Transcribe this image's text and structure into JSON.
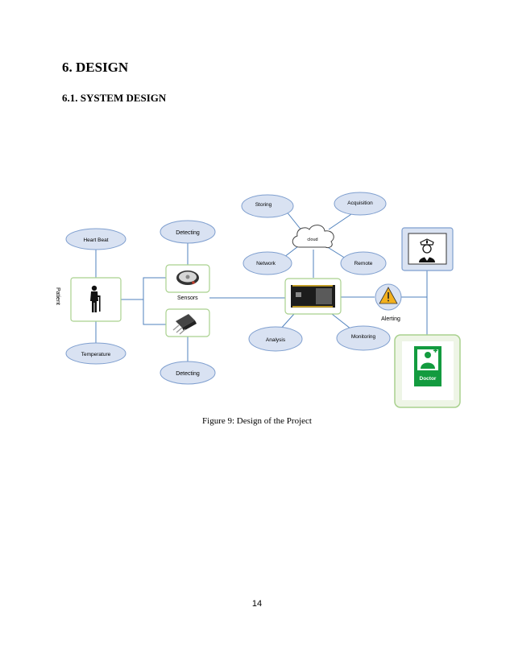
{
  "heading": "6. DESIGN",
  "subheading": "6.1. SYSTEM  DESIGN",
  "diagram": {
    "nodes": {
      "heart_beat": "Heart Beat",
      "temperature": "Temperature",
      "patient": "Patient",
      "detecting_top": "Detecting",
      "detecting_bottom": "Detecting",
      "sensors": "Sensors",
      "storing": "Storing",
      "acquisition": "Acquisition",
      "cloud": "cloud",
      "network": "Network",
      "remote": "Remote",
      "analysis": "Analysis",
      "monitoring": "Monitoring",
      "alerting": "Alerting",
      "doctor": "Doctor"
    },
    "colors": {
      "ellipse_fill": "#d9e2f2",
      "ellipse_stroke": "#7f9fcf",
      "box_stroke": "#a9d18e",
      "box_fill": "#eef5e6",
      "line": "#4f81bd"
    }
  },
  "figure_caption": "Figure 9: Design of the Project",
  "page_number": "14"
}
